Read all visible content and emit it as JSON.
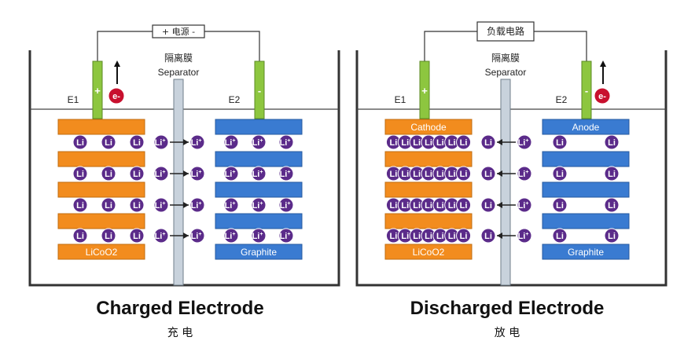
{
  "panels": [
    {
      "key": "charged",
      "title": "Charged Electrode",
      "subtitle": "充 电",
      "circuit_label": "+ 电源 -",
      "separator_cn": "隔离膜",
      "separator_en": "Separator",
      "left_electrode": {
        "label": "E1",
        "sign": "+"
      },
      "right_electrode": {
        "label": "E2",
        "sign": "-"
      },
      "electron": "e-",
      "electron_side": "left",
      "electron_direction": "up",
      "left_top_label": "",
      "left_bottom_label": "LiCoO2",
      "right_top_label": "",
      "right_bottom_label": "Graphite",
      "migration_direction": "to-right",
      "ion_label": "Li",
      "left_li_per_row": 3,
      "right_li_per_row": 3,
      "rows": 4
    },
    {
      "key": "discharged",
      "title": "Discharged Electrode",
      "subtitle": "放 电",
      "circuit_label": "负载电路",
      "separator_cn": "隔离膜",
      "separator_en": "Separator",
      "left_electrode": {
        "label": "E1",
        "sign": "+"
      },
      "right_electrode": {
        "label": "E2",
        "sign": "-"
      },
      "electron": "e-",
      "electron_side": "right",
      "electron_direction": "up",
      "left_top_label": "Cathode",
      "left_bottom_label": "LiCoO2",
      "right_top_label": "Anode",
      "right_bottom_label": "Graphite",
      "migration_direction": "to-left",
      "ion_label": "Li",
      "left_li_per_row": 7,
      "right_li_per_row": 2,
      "rows": 4
    }
  ],
  "colors": {
    "orange": "#f28c1e",
    "blue": "#3a7bd1",
    "green": "#8dc63f",
    "li_ion": "#5b2b8a",
    "electron": "#c8102e",
    "separator": "#c8d2dc",
    "frame": "#333333"
  }
}
